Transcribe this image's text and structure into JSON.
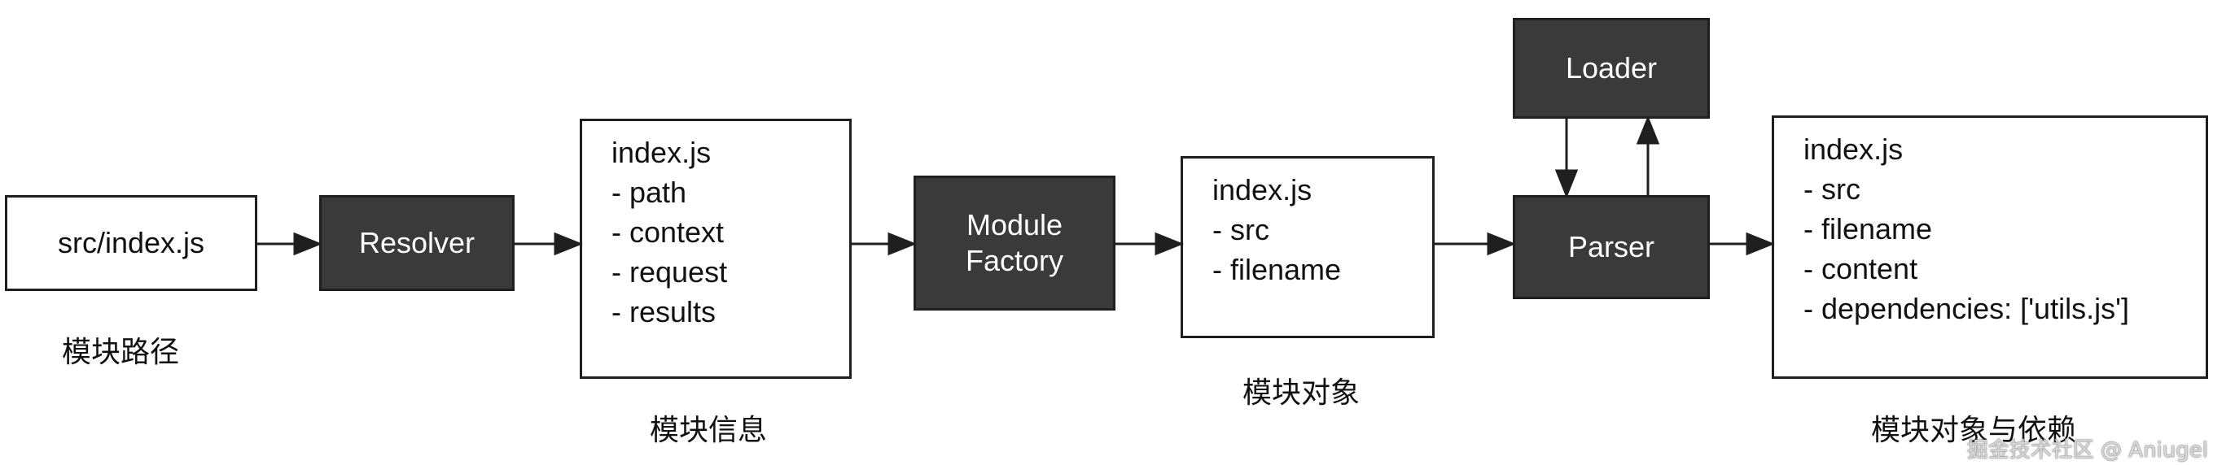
{
  "nodes": {
    "path_box": "src/index.js",
    "resolver": "Resolver",
    "module_info": [
      "index.js",
      "- path",
      "- context",
      "- request",
      "- results"
    ],
    "factory": [
      "Module",
      "Factory"
    ],
    "module_object": [
      "index.js",
      "- src",
      "- filename"
    ],
    "loader": "Loader",
    "parser": "Parser",
    "module_deps": [
      "index.js",
      "- src",
      "- filename",
      "- content",
      "- dependencies: ['utils.js']"
    ]
  },
  "captions": {
    "path": "模块路径",
    "info": "模块信息",
    "object": "模块对象",
    "deps": "模块对象与依赖"
  },
  "watermark": "掘金技术社区 @ Aniugel",
  "colors": {
    "dark_fill": "#3a3a3a",
    "border": "#1f1f1f",
    "text_light": "#ffffff"
  }
}
